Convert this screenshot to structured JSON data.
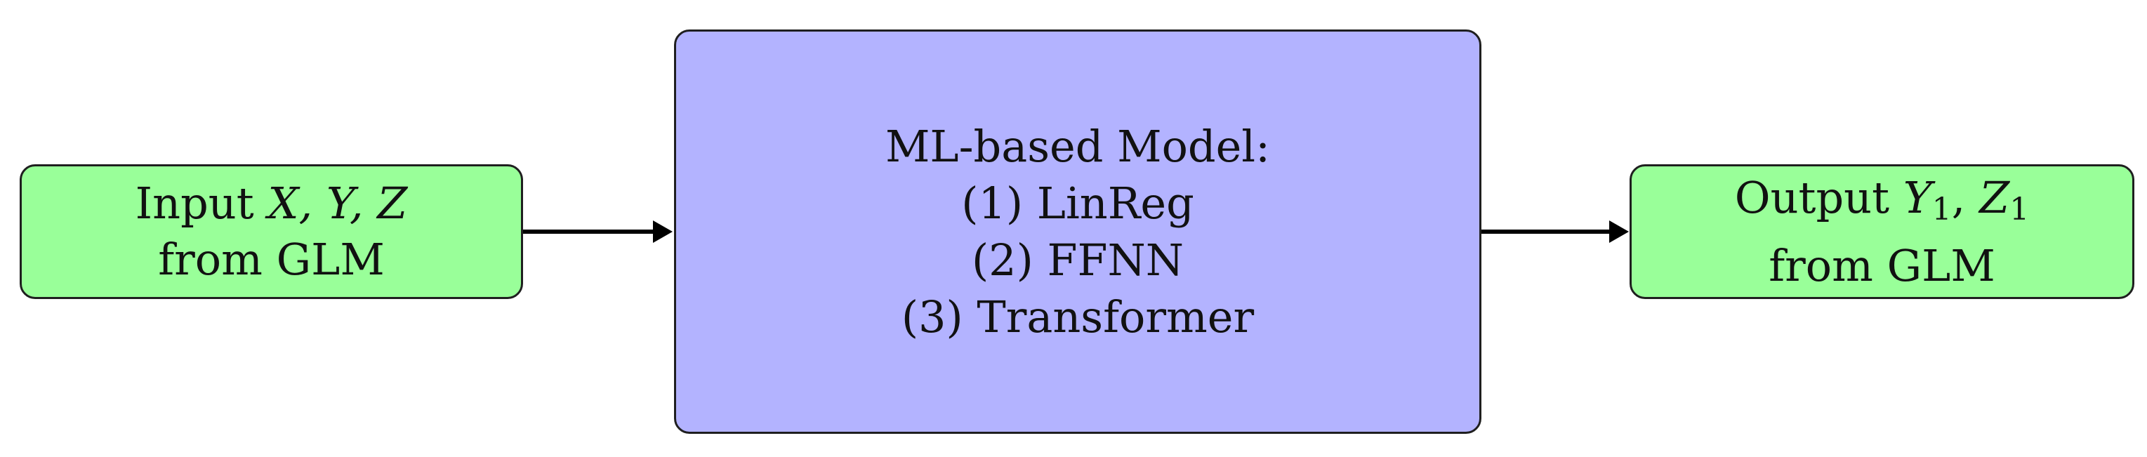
{
  "colors": {
    "io_fill": "#99ff99",
    "model_fill": "#b3b3ff",
    "stroke": "#1f1f1f"
  },
  "input": {
    "word": "Input",
    "vars": "X, Y, Z",
    "line2": "from GLM"
  },
  "model": {
    "title": "ML-based Model:",
    "items": [
      "(1) LinReg",
      "(2) FFNN",
      "(3) Transformer"
    ]
  },
  "output": {
    "word": "Output",
    "var1": "Y",
    "sub1": "1",
    "sep": ", ",
    "var2": "Z",
    "sub2": "1",
    "line2": "from GLM"
  }
}
